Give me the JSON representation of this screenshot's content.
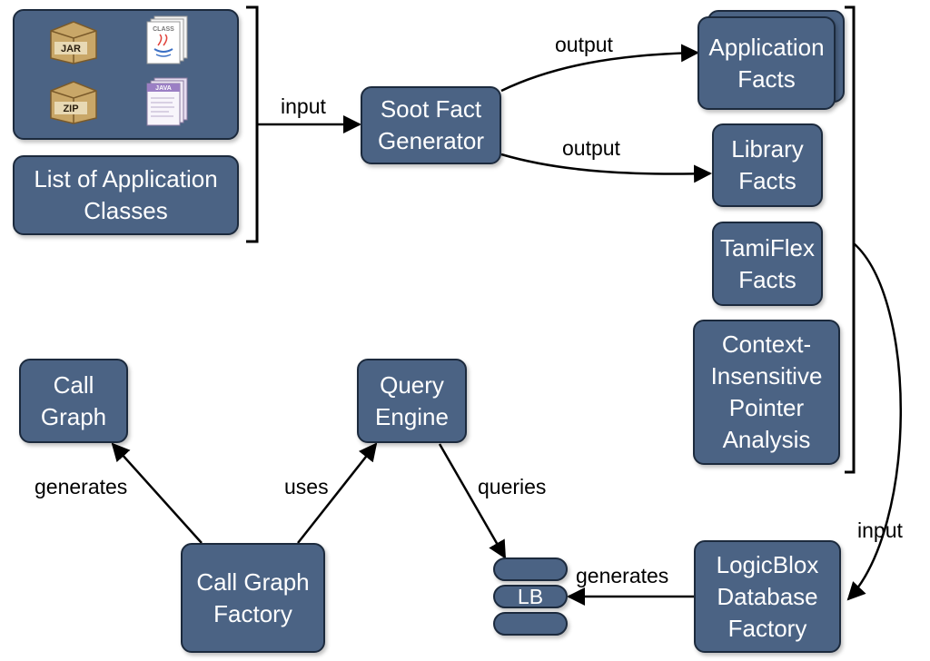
{
  "boxes": {
    "list_classes": "List of Application\nClasses",
    "soot": "Soot Fact\nGenerator",
    "app_facts": "Application\nFacts",
    "lib_facts": "Library\nFacts",
    "tamiflex": "TamiFlex\nFacts",
    "ci_pointer": "Context-\nInsensitive\nPointer\nAnalysis",
    "call_graph": "Call\nGraph",
    "query_engine": "Query\nEngine",
    "cg_factory": "Call Graph\nFactory",
    "logicblox": "LogicBlox\nDatabase\nFactory",
    "lb": "LB"
  },
  "labels": {
    "input_top": "input",
    "output_top": "output",
    "output_lib": "output",
    "input_right": "input",
    "generates_left": "generates",
    "uses": "uses",
    "queries": "queries",
    "generates_bottom": "generates"
  },
  "icons": {
    "jar": "JAR",
    "zip": "ZIP",
    "class": "CLASS",
    "java": "JAVA"
  },
  "colors": {
    "box_fill": "#4b6384",
    "box_border": "#1c2a3d",
    "box_text": "#ffffff",
    "wire": "#000000"
  }
}
